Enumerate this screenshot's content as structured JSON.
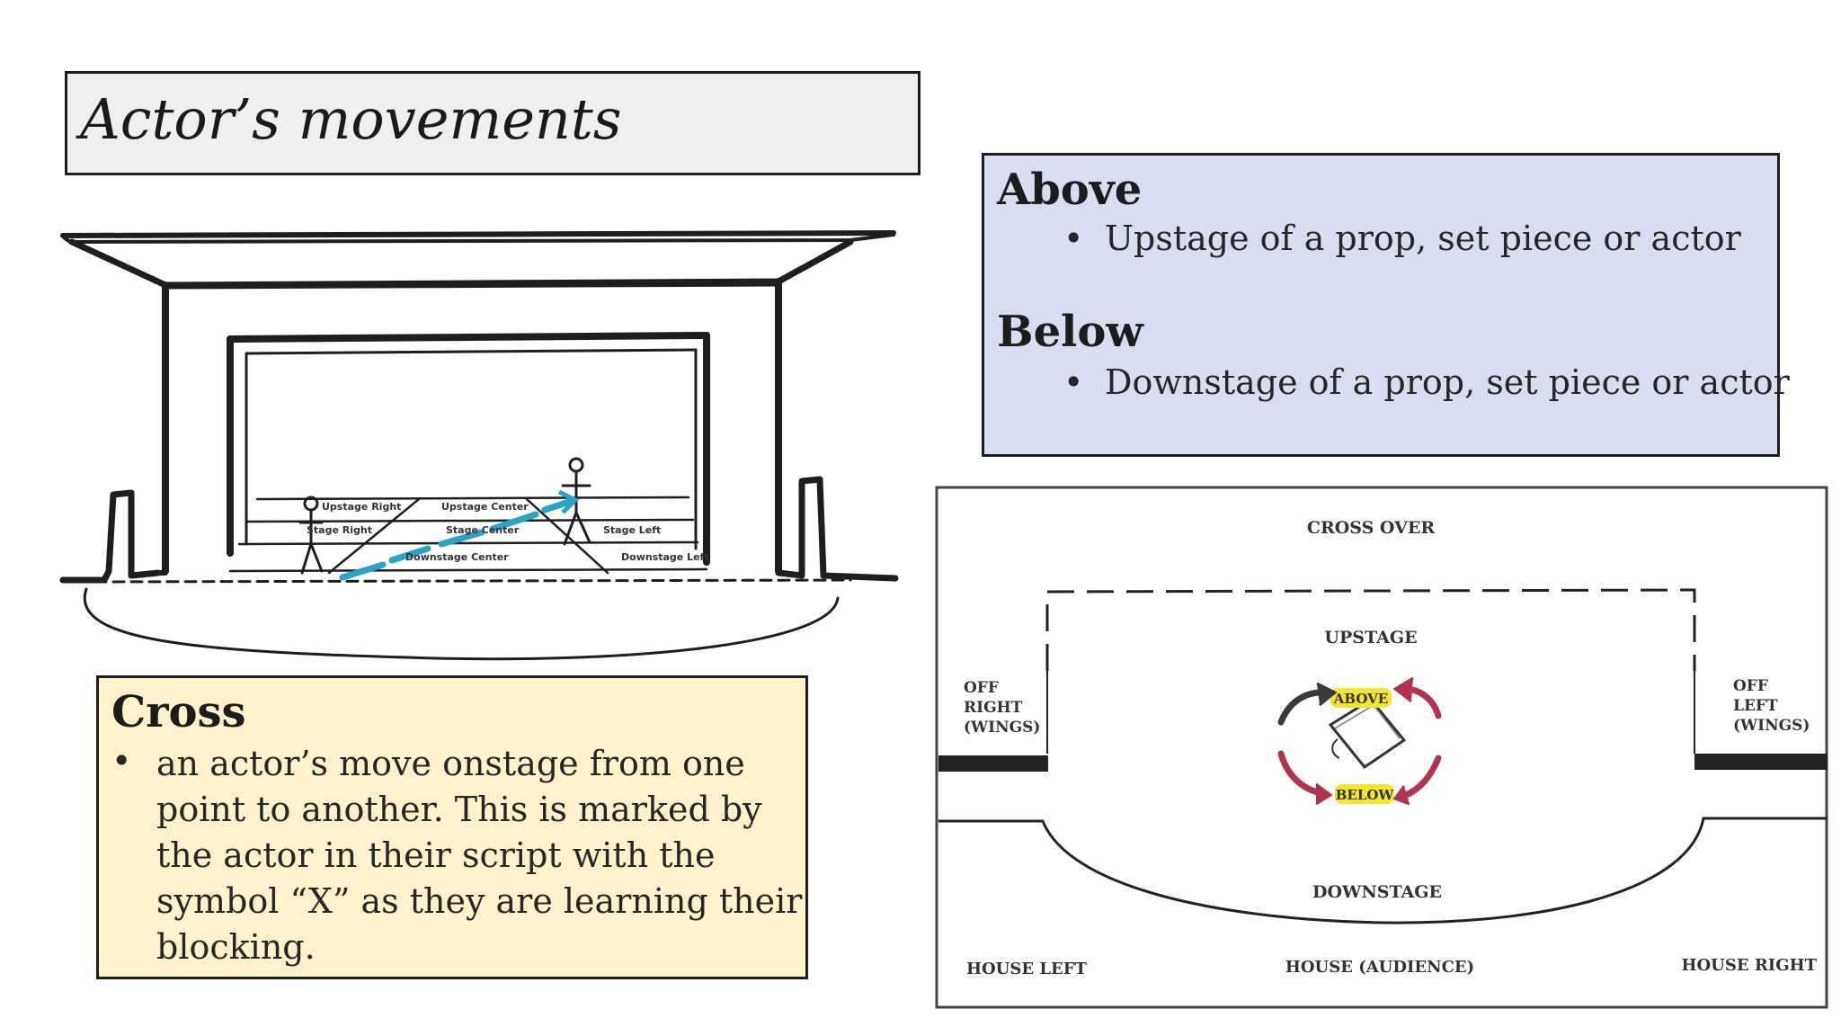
{
  "slide": {
    "title": "Actor’s movements"
  },
  "above_below_box": {
    "above_term": "Above",
    "above_def": "Upstage of a prop, set piece or actor",
    "below_term": "Below",
    "below_def": "Downstage of a prop, set piece or actor",
    "bullet_glyph": "•"
  },
  "cross_box": {
    "term": "Cross",
    "definition": "an actor’s move onstage from one point to another.  This is marked by the actor in their script with the symbol “X” as they are learning their blocking.",
    "bullet_glyph": "•"
  },
  "stage_sketch": {
    "grid_labels": [
      "Upstage Right",
      "Upstage Center",
      "Stage Left",
      "Stage Right",
      "Stage Center",
      "Downstage Center",
      "Downstage Left"
    ],
    "path_color": "#2aa3c9"
  },
  "stage_map": {
    "cross_over": "CROSS OVER",
    "upstage": "UPSTAGE",
    "off_right": [
      "OFF",
      "RIGHT",
      "(WINGS)"
    ],
    "off_left": [
      "OFF",
      "LEFT",
      "(WINGS)"
    ],
    "above": "ABOVE",
    "below": "BELOW",
    "downstage": "DOWNSTAGE",
    "house_left": "HOUSE LEFT",
    "house_center": "HOUSE (AUDIENCE)",
    "house_right": "HOUSE RIGHT",
    "highlight_color": "#f3e631",
    "arrow_colors": [
      "#3a3a3a",
      "#b0344f"
    ]
  }
}
